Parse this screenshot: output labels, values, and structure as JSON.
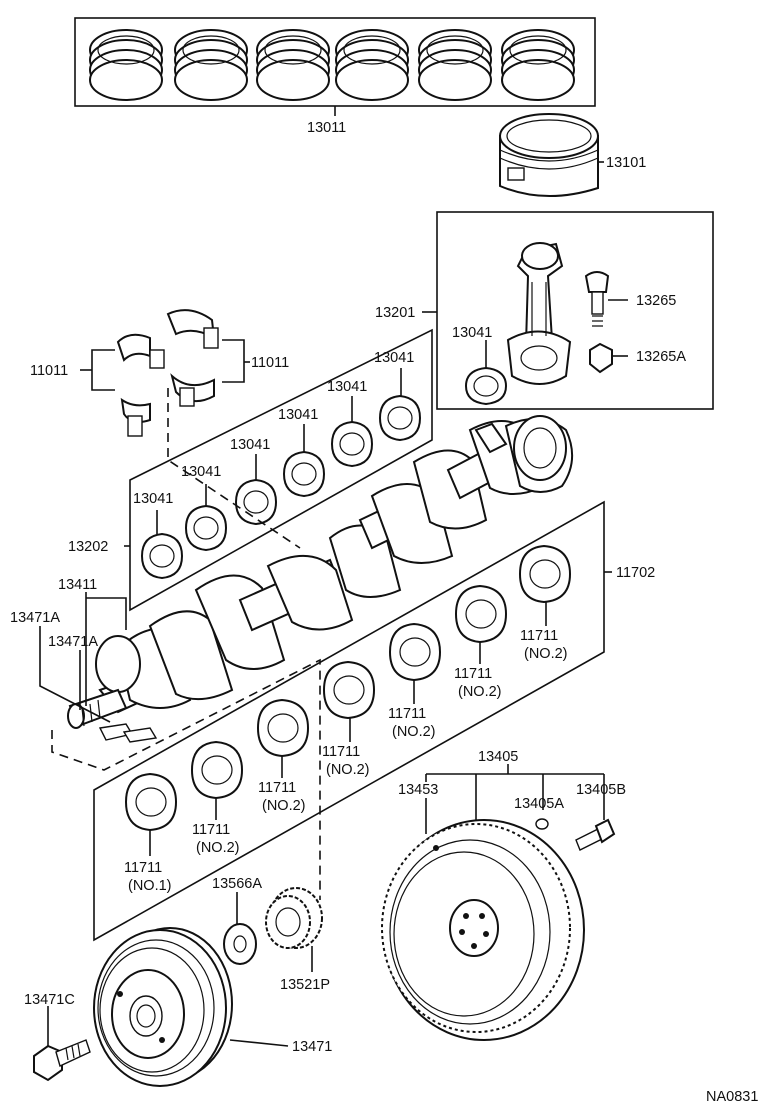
{
  "labels": {
    "piston_ring_set": "13011",
    "piston": "13101",
    "connecting_rod_assy": "13201",
    "rod_bolt": "13265",
    "rod_nut": "13265A",
    "rod_bearing_single": "13041",
    "rod_bearing_1": "13041",
    "rod_bearing_2": "13041",
    "rod_bearing_3": "13041",
    "rod_bearing_4": "13041",
    "rod_bearing_5": "13041",
    "rod_bearing_6": "13041",
    "rod_bearing_set": "13202",
    "thrust_washer_left": "11011",
    "thrust_washer_right": "11011",
    "crankshaft_key_assy": "13411",
    "key_a_upper": "13471A",
    "key_a_lower": "13471A",
    "main_bearing_set": "11702",
    "main_bearing_no1": "11711",
    "main_bearing_no1_sub": "(NO.1)",
    "main_bearing_a": "11711",
    "main_bearing_a_sub": "(NO.2)",
    "main_bearing_b": "11711",
    "main_bearing_b_sub": "(NO.2)",
    "main_bearing_c": "11711",
    "main_bearing_c_sub": "(NO.2)",
    "main_bearing_d": "11711",
    "main_bearing_d_sub": "(NO.2)",
    "main_bearing_e": "11711",
    "main_bearing_e_sub": "(NO.2)",
    "main_bearing_f": "11711",
    "main_bearing_f_sub": "(NO.2)",
    "flywheel_assy": "13405",
    "ring_gear": "13453",
    "flywheel_pin": "13405A",
    "flywheel_bolt": "13405B",
    "washer": "13566A",
    "timing_gear": "13521P",
    "pulley_bolt": "13471C",
    "crank_pulley": "13471",
    "figure_code": "NA0831"
  }
}
